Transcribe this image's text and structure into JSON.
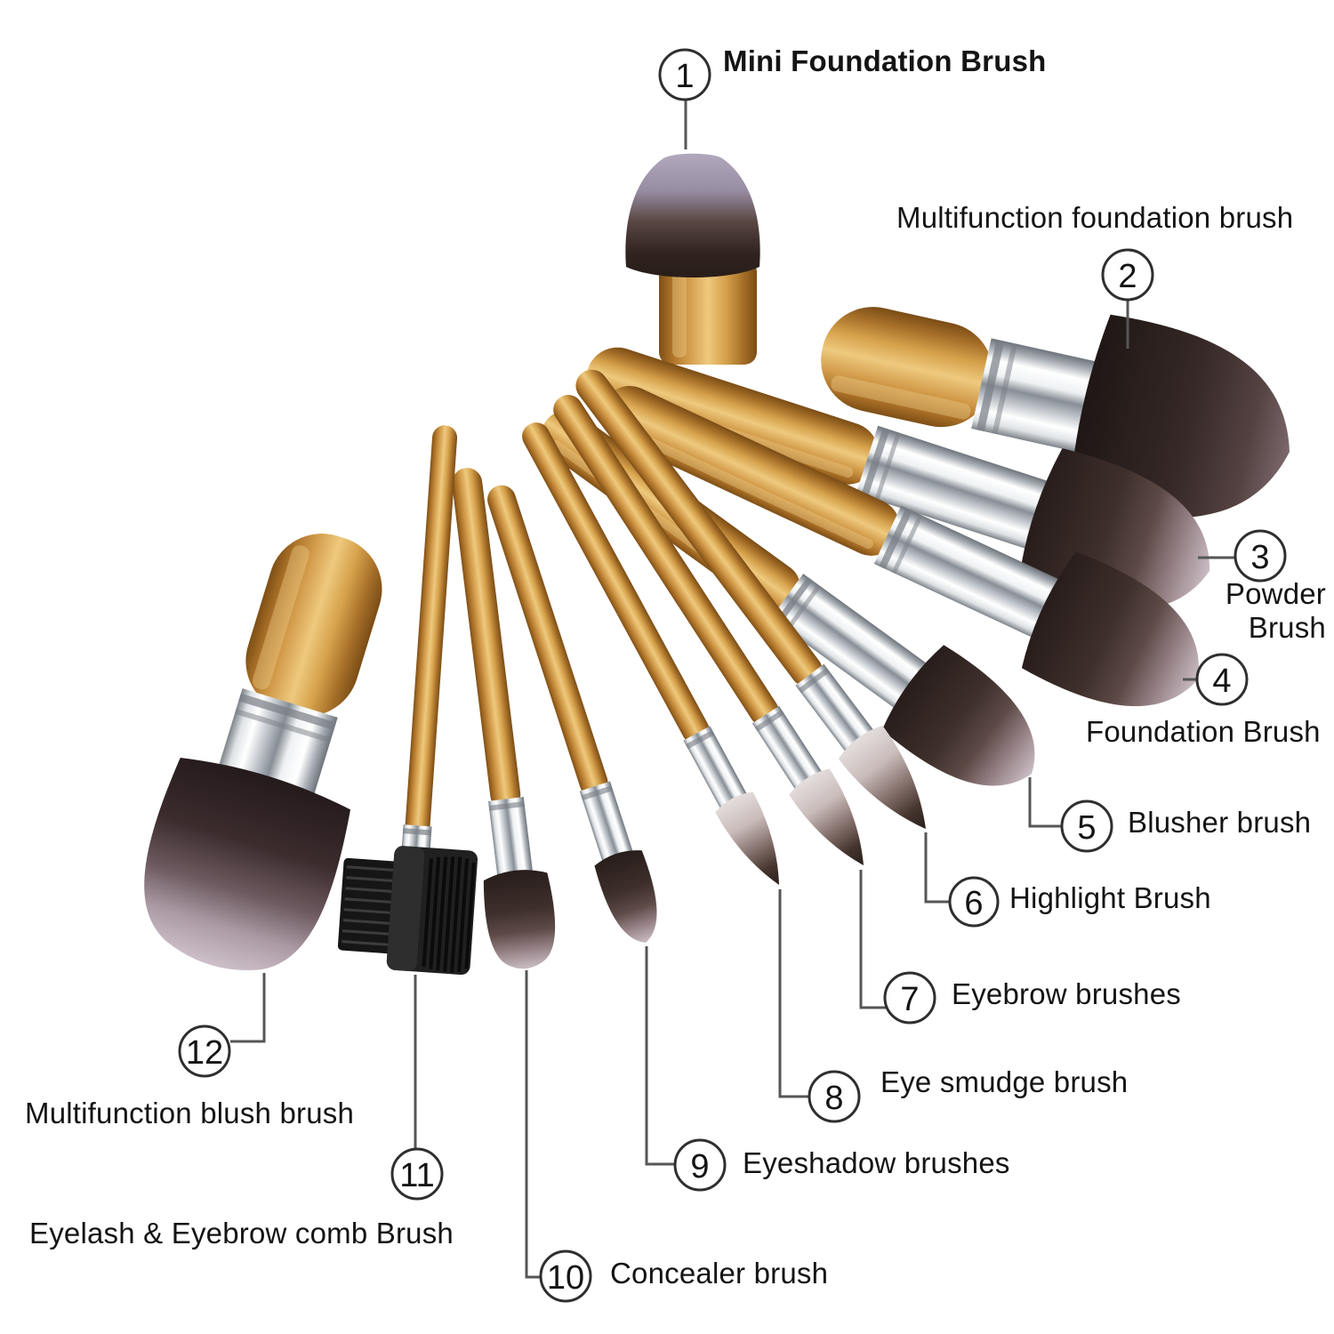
{
  "callouts": [
    {
      "num": "1",
      "label": "Mini Foundation Brush"
    },
    {
      "num": "2",
      "label": "Multifunction foundation brush"
    },
    {
      "num": "3",
      "label": "Powder Brush"
    },
    {
      "num": "4",
      "label": "Foundation Brush"
    },
    {
      "num": "5",
      "label": "Blusher brush"
    },
    {
      "num": "6",
      "label": "Highlight Brush"
    },
    {
      "num": "7",
      "label": "Eyebrow brushes"
    },
    {
      "num": "8",
      "label": "Eye smudge brush"
    },
    {
      "num": "9",
      "label": "Eyeshadow brushes"
    },
    {
      "num": "10",
      "label": "Concealer brush"
    },
    {
      "num": "11",
      "label": "Eyelash & Eyebrow comb Brush"
    },
    {
      "num": "12",
      "label": "Multifunction blush brush"
    }
  ],
  "colors": {
    "background": "#ffffff",
    "text": "#141414",
    "leader_line": "#565656",
    "circle_stroke": "#2f2f2f",
    "bamboo_mid": "#c68f3c",
    "bamboo_light": "#eec97e",
    "bamboo_dark": "#7a4c15",
    "ferrule_silver": "#c3c8cd",
    "bristle_dark": "#271d1b",
    "bristle_tip_mauve": "#cabdc4",
    "comb_black": "#1a1a1a"
  }
}
